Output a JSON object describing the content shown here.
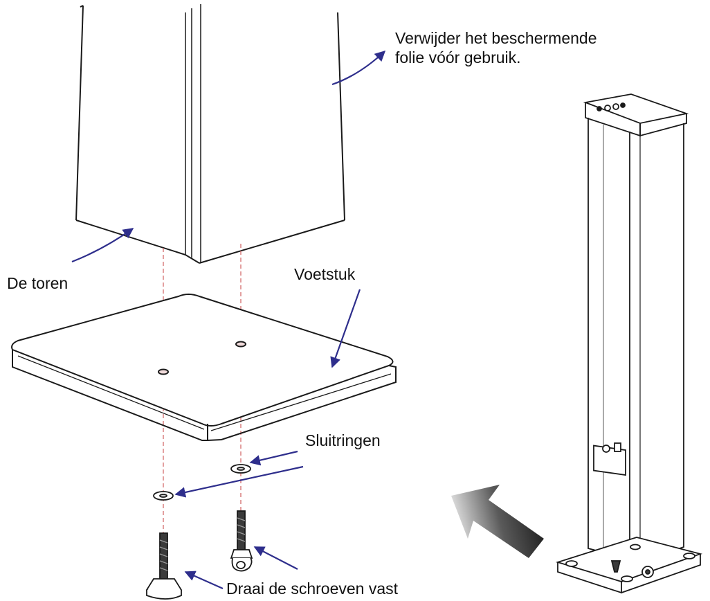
{
  "labels": {
    "remove_foil_line1": "Verwijder het beschermende",
    "remove_foil_line2": "folie vóór gebruik.",
    "tower": "De toren",
    "base": "Voetstuk",
    "washers": "Sluitringen",
    "screws": "Draai de schroeven vast"
  },
  "colors": {
    "line": "#1a1a1a",
    "arrow": "#2e2e8c",
    "guide": "#d06060",
    "grey_arrow": "#6a6a6a"
  },
  "icons": {
    "tower_top_panel": "connector-panel-icon",
    "tower_side_panel": "switch-panel-icon",
    "direction": "big-gradient-arrow-icon"
  }
}
